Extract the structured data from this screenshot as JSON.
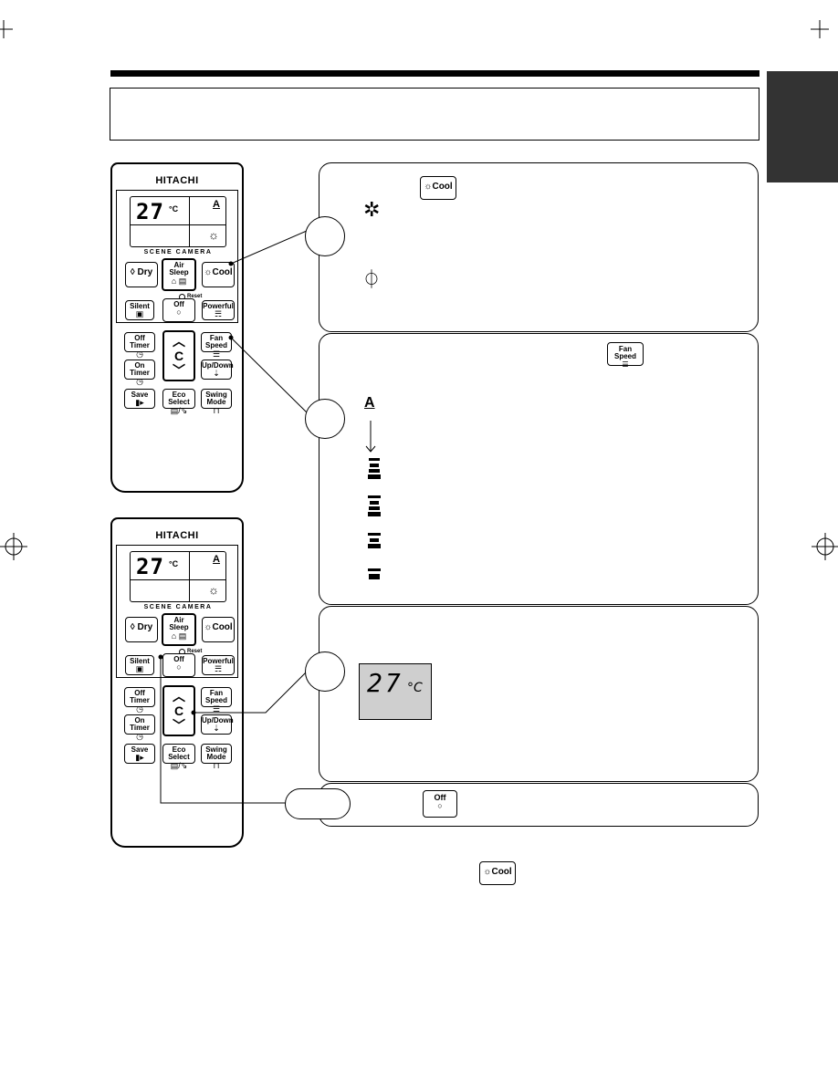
{
  "remote": {
    "brand": "HITACHI",
    "lcd_temp": "27",
    "lcd_unit": "°C",
    "lcd_auto": "A",
    "scene_label": "SCENE CAMERA",
    "reset_label": "Reset",
    "buttons": {
      "dry": "Dry",
      "air_sleep": "Air Sleep",
      "cool": "Cool",
      "silent": "Silent",
      "off": "Off",
      "powerful": "Powerful",
      "off_timer": "Off Timer",
      "fan_speed": "Fan Speed",
      "on_timer": "On Timer",
      "up_down": "Up/Down",
      "save": "Save",
      "eco_select": "Eco Select",
      "swing_mode": "Swing Mode",
      "temp_c": "C"
    }
  },
  "sections": {
    "cool": {
      "button": "Cool"
    },
    "fan": {
      "button": "Fan Speed",
      "auto_symbol": "A"
    },
    "temp": {
      "lcd_value": "27",
      "lcd_unit": "°C"
    },
    "off": {
      "button": "Off"
    },
    "footer": {
      "button": "Cool"
    }
  },
  "icons": {
    "snowflake": "snowflake-icon",
    "power": "power-icon",
    "sun": "sun-icon",
    "drop": "drop-icon"
  }
}
